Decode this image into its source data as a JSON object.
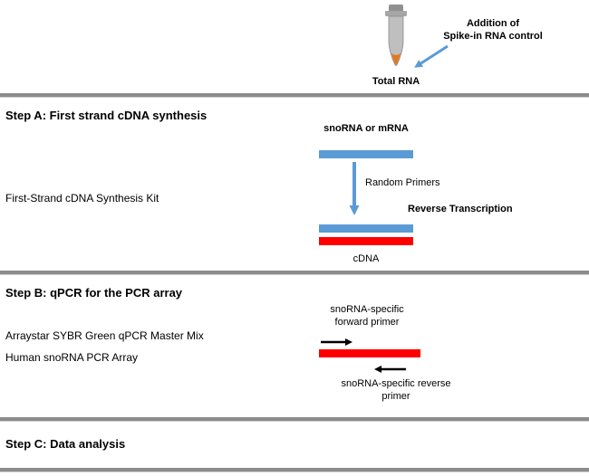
{
  "top": {
    "spike_line1": "Addition of",
    "spike_line2": "Spike-in RNA control",
    "tube_label": "Total RNA"
  },
  "step_a": {
    "heading": "Step A: First strand cDNA synthesis",
    "kit_label": "First-Strand cDNA Synthesis Kit",
    "template_label": "snoRNA or mRNA",
    "random_primers": "Random Primers",
    "reverse_transcription": "Reverse Transcription",
    "cdna_label": "cDNA"
  },
  "step_b": {
    "heading": "Step B: qPCR for the PCR array",
    "reagent1": "Arraystar SYBR Green qPCR Master Mix",
    "reagent2": "Human snoRNA PCR Array",
    "forward_line1": "snoRNA-specific",
    "forward_line2": "forward primer",
    "reverse_line1": "snoRNA-specific reverse",
    "reverse_line2": "primer"
  },
  "step_c": {
    "heading": "Step C: Data analysis"
  },
  "colors": {
    "accent_blue": "#5B9BD5",
    "bar_red": "#FE0000",
    "divider_gray": "#8C8C8C",
    "tube_gray": "#BFBFBF",
    "tube_tip_orange": "#E8761A"
  }
}
